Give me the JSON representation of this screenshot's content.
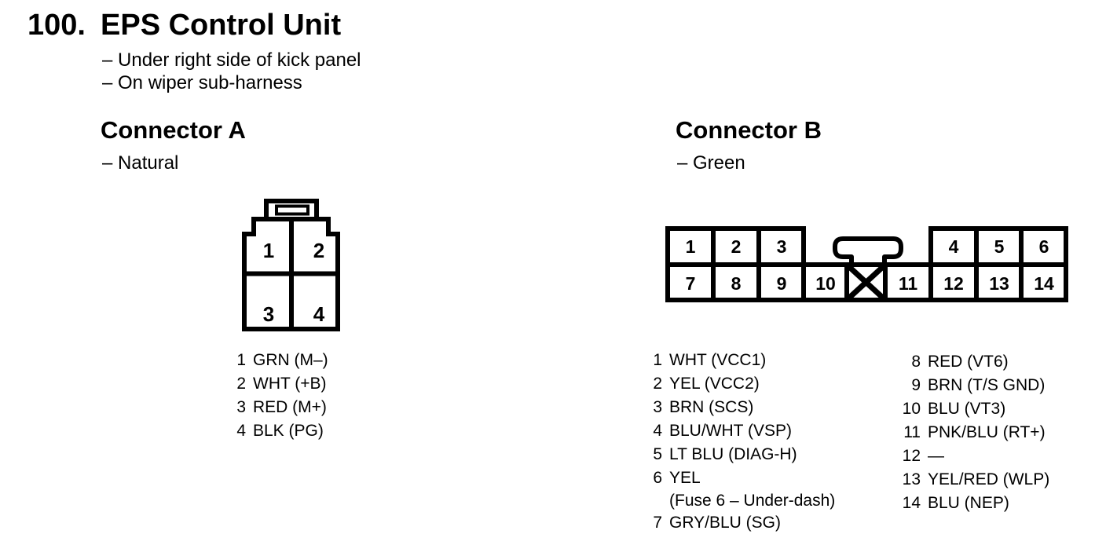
{
  "colors": {
    "ink": "#000000",
    "paper": "#ffffff"
  },
  "header": {
    "number": "100.",
    "title": "EPS Control Unit",
    "location_notes": [
      "– Under right side of kick panel",
      "– On wiper sub-harness"
    ]
  },
  "connector_a": {
    "heading": "Connector A",
    "color_note": "– Natural",
    "cavities": [
      "1",
      "2",
      "3",
      "4"
    ],
    "pins": [
      {
        "num": "1",
        "label": "GRN (M–)"
      },
      {
        "num": "2",
        "label": "WHT (+B)"
      },
      {
        "num": "3",
        "label": "RED (M+)"
      },
      {
        "num": "4",
        "label": "BLK (PG)"
      }
    ]
  },
  "connector_b": {
    "heading": "Connector B",
    "color_note": "– Green",
    "cavities_top": [
      "1",
      "2",
      "3",
      "4",
      "5",
      "6"
    ],
    "cavities_bottom": [
      "7",
      "8",
      "9",
      "10",
      "11",
      "12",
      "13",
      "14"
    ],
    "pins_left": [
      {
        "num": "1",
        "label": "WHT (VCC1)"
      },
      {
        "num": "2",
        "label": "YEL (VCC2)"
      },
      {
        "num": "3",
        "label": "BRN (SCS)"
      },
      {
        "num": "4",
        "label": "BLU/WHT (VSP)"
      },
      {
        "num": "5",
        "label": "LT BLU (DIAG-H)"
      },
      {
        "num": "6",
        "label": "YEL",
        "note": "(Fuse 6 – Under-dash)"
      },
      {
        "num": "7",
        "label": "GRY/BLU (SG)"
      }
    ],
    "pins_right": [
      {
        "num": "8",
        "label": "RED (VT6)"
      },
      {
        "num": "9",
        "label": "BRN (T/S GND)"
      },
      {
        "num": "10",
        "label": "BLU (VT3)"
      },
      {
        "num": "11",
        "label": "PNK/BLU (RT+)"
      },
      {
        "num": "12",
        "label": "—"
      },
      {
        "num": "13",
        "label": "YEL/RED (WLP)"
      },
      {
        "num": "14",
        "label": "BLU (NEP)"
      }
    ]
  }
}
